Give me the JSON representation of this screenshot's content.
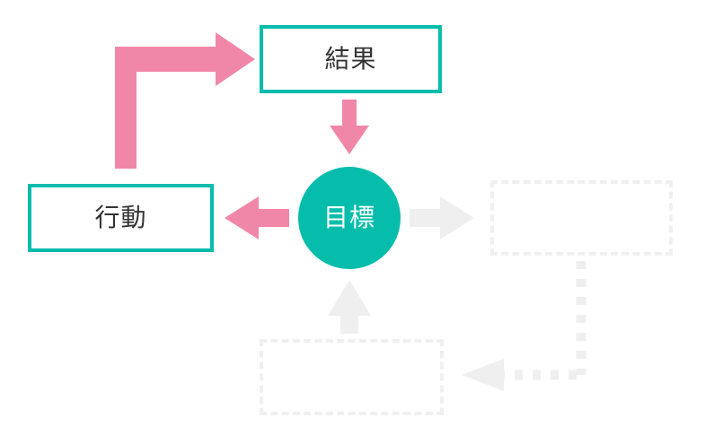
{
  "diagram": {
    "title": "PDCA goal-action-result cycle",
    "background_color": "#ffffff",
    "colors": {
      "accent_teal": "#06bdac",
      "accent_pink": "#f187a8",
      "placeholder_gray": "#f0f0f0",
      "text_dark": "#333333",
      "text_light": "#ffffff"
    },
    "nodes": [
      {
        "id": "result",
        "label": "結果",
        "shape": "rectangle",
        "style": "solid",
        "border_color": "#06bdac",
        "text_color": "#333333"
      },
      {
        "id": "goal",
        "label": "目標",
        "shape": "circle",
        "style": "filled",
        "fill_color": "#06bdac",
        "text_color": "#ffffff"
      },
      {
        "id": "action",
        "label": "行動",
        "shape": "rectangle",
        "style": "solid",
        "border_color": "#06bdac",
        "text_color": "#333333"
      },
      {
        "id": "placeholder-right",
        "label": "",
        "shape": "rectangle",
        "style": "dashed",
        "border_color": "#f0f0f0",
        "text_color": "#f0f0f0"
      },
      {
        "id": "placeholder-bottom",
        "label": "",
        "shape": "rectangle",
        "style": "dashed",
        "border_color": "#f0f0f0",
        "text_color": "#f0f0f0"
      }
    ],
    "arrows": [
      {
        "id": "goal-to-action",
        "from": "goal",
        "to": "action",
        "direction": "left",
        "color": "#f187a8",
        "style": "solid"
      },
      {
        "id": "action-to-result",
        "from": "action",
        "to": "result",
        "direction": "up-then-right",
        "color": "#f187a8",
        "style": "solid-elbow"
      },
      {
        "id": "result-to-goal",
        "from": "result",
        "to": "goal",
        "direction": "down",
        "color": "#f187a8",
        "style": "solid"
      },
      {
        "id": "goal-to-placeholder-right",
        "from": "goal",
        "to": "placeholder-right",
        "direction": "right",
        "color": "#f0f0f0",
        "style": "solid"
      },
      {
        "id": "placeholder-right-to-placeholder-bottom",
        "from": "placeholder-right",
        "to": "placeholder-bottom",
        "direction": "down-then-left",
        "color": "#f0f0f0",
        "style": "dotted-elbow"
      },
      {
        "id": "placeholder-bottom-to-goal",
        "from": "placeholder-bottom",
        "to": "goal",
        "direction": "up",
        "color": "#f0f0f0",
        "style": "solid"
      }
    ]
  }
}
